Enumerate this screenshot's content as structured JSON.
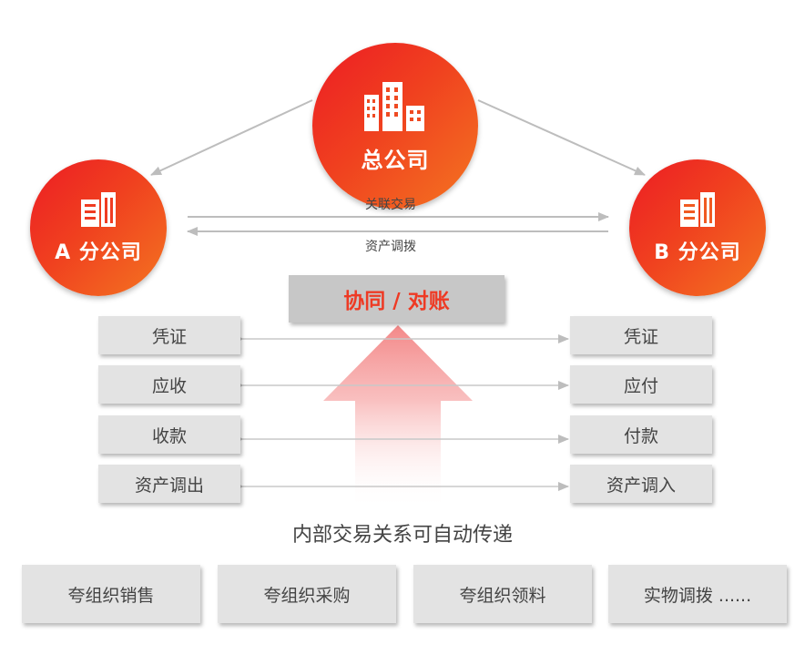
{
  "hq": {
    "label": "总公司",
    "icon": "building-icon"
  },
  "branch_a": {
    "label": "A 分公司",
    "icon": "building-icon"
  },
  "branch_b": {
    "label": "B 分公司",
    "icon": "building-icon"
  },
  "arrows": {
    "top_label": "关联交易",
    "bottom_label": "资产调拨"
  },
  "center": {
    "label": "协同 / 对账"
  },
  "left_items": [
    "凭证",
    "应收",
    "收款",
    "资产调出"
  ],
  "right_items": [
    "凭证",
    "应付",
    "付款",
    "资产调入"
  ],
  "subtitle": "内部交易关系可自动传递",
  "bottom_items": [
    "夸组织销售",
    "夸组织采购",
    "夸组织领料",
    "实物调拨 ......"
  ],
  "colors": {
    "accent_red": "#ec1c24",
    "accent_orange": "#f47521",
    "box_gray": "#e3e3e3",
    "center_gray": "#c7c7c7"
  }
}
